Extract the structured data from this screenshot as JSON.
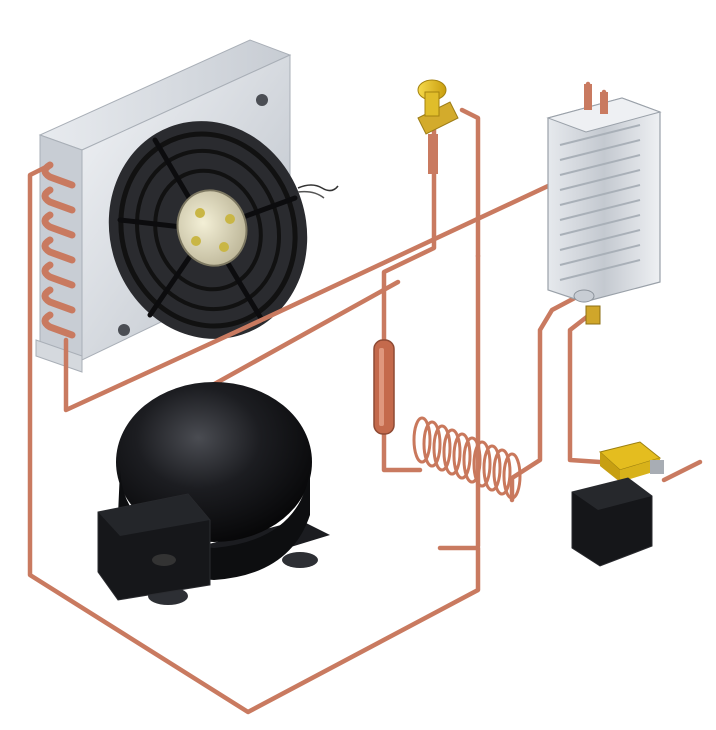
{
  "diagram": {
    "components": [
      {
        "id": "condenser",
        "kind": "finned-coil-heat-exchanger",
        "color": "#d9dde3"
      },
      {
        "id": "condenser-fan",
        "kind": "axial-fan",
        "color": "#1e1f22"
      },
      {
        "id": "compressor",
        "kind": "hermetic-compressor",
        "color": "#111214"
      },
      {
        "id": "expansion-valve",
        "kind": "thermostatic-valve",
        "color": "#e7c21f"
      },
      {
        "id": "plate-heat-exchanger",
        "kind": "brazed-plate-exchanger",
        "color": "#cfd4da"
      },
      {
        "id": "filter-drier",
        "kind": "filter-drier",
        "color": "#c46a4c"
      },
      {
        "id": "capillary-coil",
        "kind": "capillary-tube-coil",
        "color": "#c9785c"
      },
      {
        "id": "solenoid-valve",
        "kind": "solenoid-valve",
        "color": "#16171a"
      }
    ],
    "pipe_color": "#c97a60",
    "pipe_highlight": "#e2a08a"
  }
}
